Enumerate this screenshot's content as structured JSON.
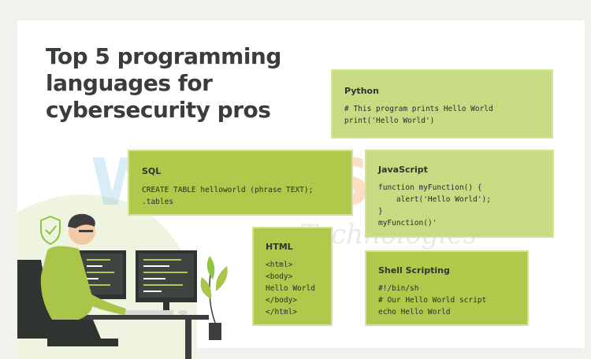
{
  "title": "Top 5 programming\nlanguages for\ncybersecurity pros",
  "watermark": {
    "part1": "WEB",
    "part2": "ASHA",
    "sub": "Technologies"
  },
  "languages": {
    "python": {
      "name": "Python",
      "code": "# This program prints Hello World\nprint('Hello World')"
    },
    "sql": {
      "name": "SQL",
      "code": "CREATE TABLE helloworld (phrase TEXT);\n.tables"
    },
    "javascript": {
      "name": "JavaScript",
      "code": "function myFunction() {\n    alert('Hello World');\n}\nmyFunction()'"
    },
    "html": {
      "name": "HTML",
      "code": "<html>\n<body>\nHello World\n</body>\n</html>"
    },
    "shell": {
      "name": "Shell Scripting",
      "code": "#!/bin/sh\n# Our Hello World script\necho Hello World"
    }
  },
  "colors": {
    "box_dark": "#b0c94b",
    "box_light": "#c7db83",
    "title_text": "#3a3d3d",
    "accent_green": "#8cc63f"
  },
  "illustration": "person-at-computer-icon"
}
